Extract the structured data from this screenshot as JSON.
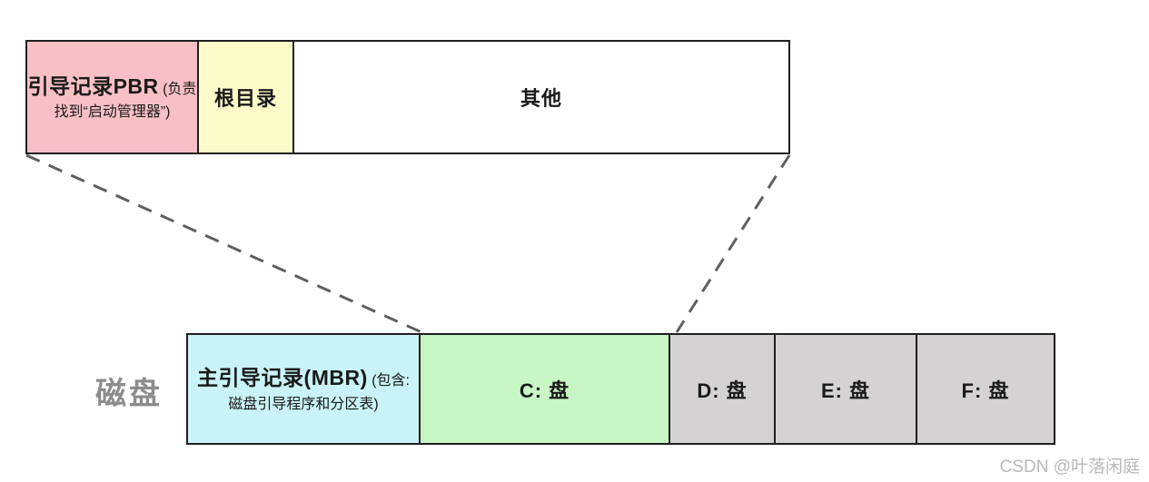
{
  "figure": {
    "type": "diagram",
    "topic": "磁盘结构: 主引导记录(MBR)与分区, C盘内部放大为引导记录PBR/根目录/其他"
  },
  "colors": {
    "border": "#1f1f1f",
    "dashed_line": "#5f5f5f",
    "pbr_pink": "#f8c0c6",
    "root_yellow": "#fbfbc9",
    "other_white": "#ffffff",
    "mbr_cyan": "#c9f3f8",
    "c_green": "#c8f6c5",
    "drive_gray": "#d4d2d3",
    "disk_label_gray": "#8c8c8c",
    "watermark_gray": "#b7b7b7"
  },
  "zoom_bar": {
    "cells": {
      "pbr": {
        "main": "引导记录PBR",
        "note1": "(负责",
        "note2": "找到“启动管理器”)"
      },
      "root": {
        "label": "根目录"
      },
      "other": {
        "label": "其他"
      }
    }
  },
  "disk_bar": {
    "label": "磁盘",
    "cells": {
      "mbr": {
        "main": "主引导记录(MBR)",
        "note1": "(包含:",
        "note2": "磁盘引导程序和分区表)"
      },
      "c": {
        "label": "C: 盘"
      },
      "d": {
        "label": "D: 盘"
      },
      "e": {
        "label": "E: 盘"
      },
      "f": {
        "label": "F: 盘"
      }
    }
  },
  "watermark": "CSDN @叶落闲庭"
}
